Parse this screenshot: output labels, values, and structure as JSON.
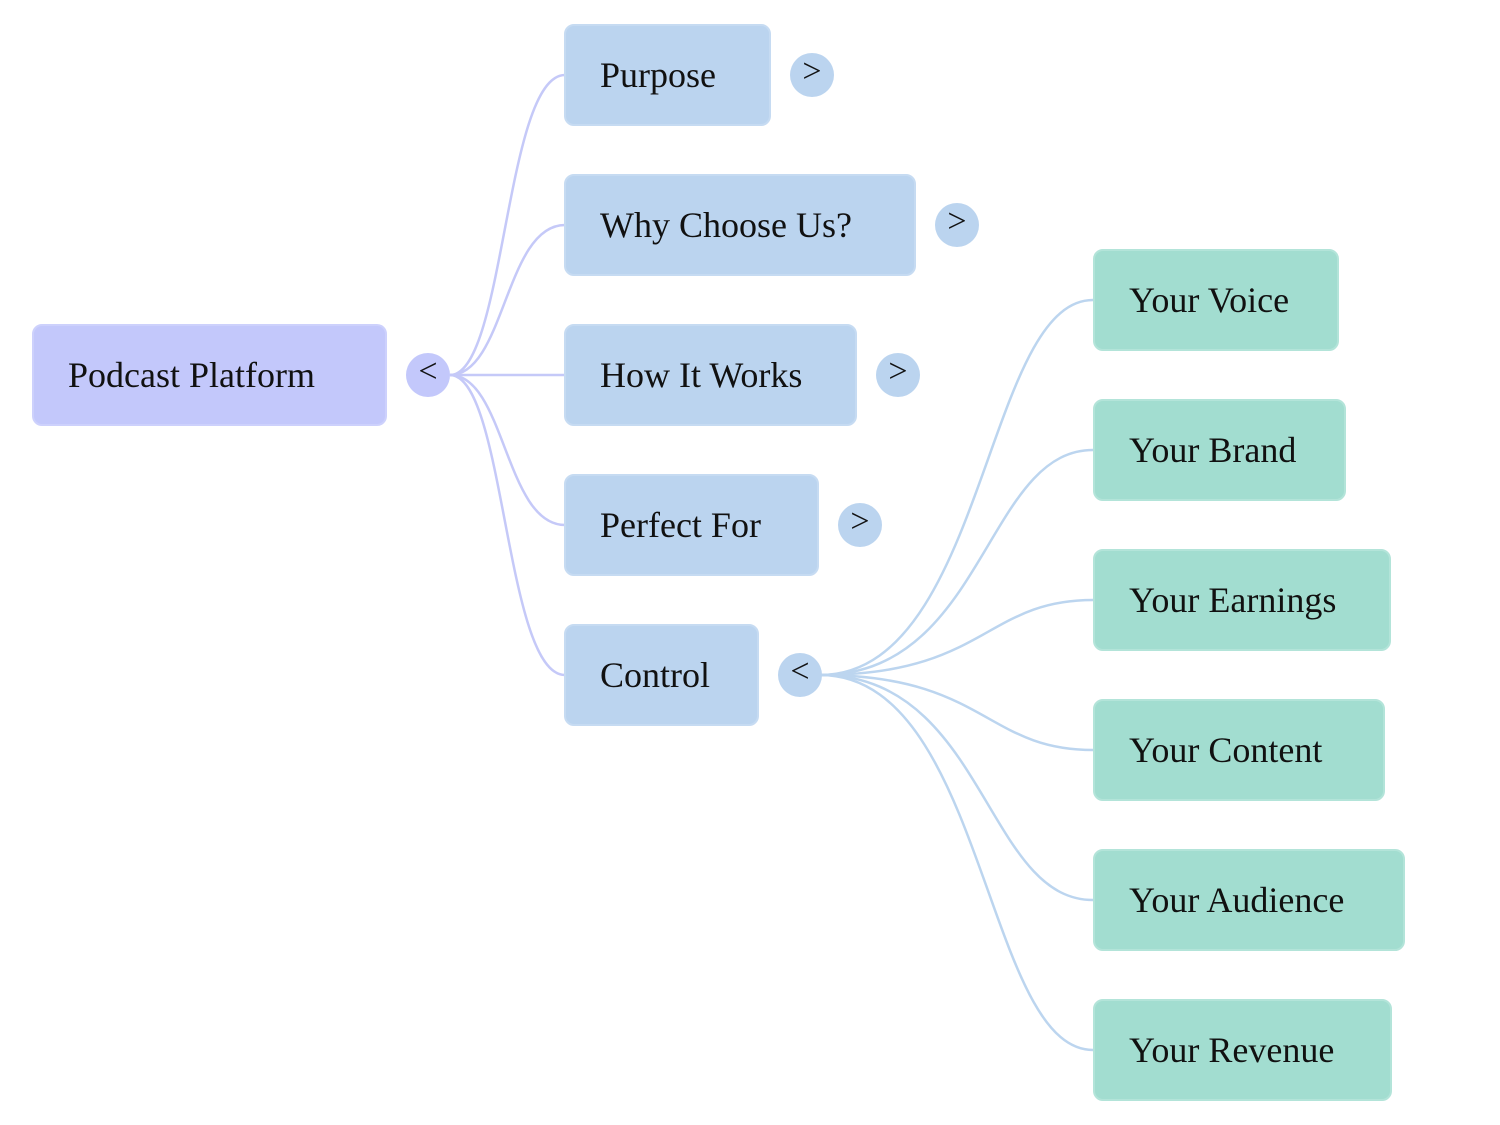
{
  "mindmap": {
    "root": {
      "label": "Podcast Platform",
      "toggle": "<"
    },
    "branches": [
      {
        "label": "Purpose",
        "toggle": ">"
      },
      {
        "label": "Why Choose Us?",
        "toggle": ">"
      },
      {
        "label": "How It Works",
        "toggle": ">"
      },
      {
        "label": "Perfect For",
        "toggle": ">"
      },
      {
        "label": "Control",
        "toggle": "<"
      }
    ],
    "control_children": [
      {
        "label": "Your Voice"
      },
      {
        "label": "Your Brand"
      },
      {
        "label": "Your Earnings"
      },
      {
        "label": "Your Content"
      },
      {
        "label": "Your Audience"
      },
      {
        "label": "Your Revenue"
      }
    ]
  },
  "colors": {
    "root_fill": "#c3c8fb",
    "branch_fill": "#bbd4ef",
    "leaf_fill": "#a2ddd0",
    "root_connector": "#c5c9f8",
    "control_connector": "#bcd5ef"
  }
}
